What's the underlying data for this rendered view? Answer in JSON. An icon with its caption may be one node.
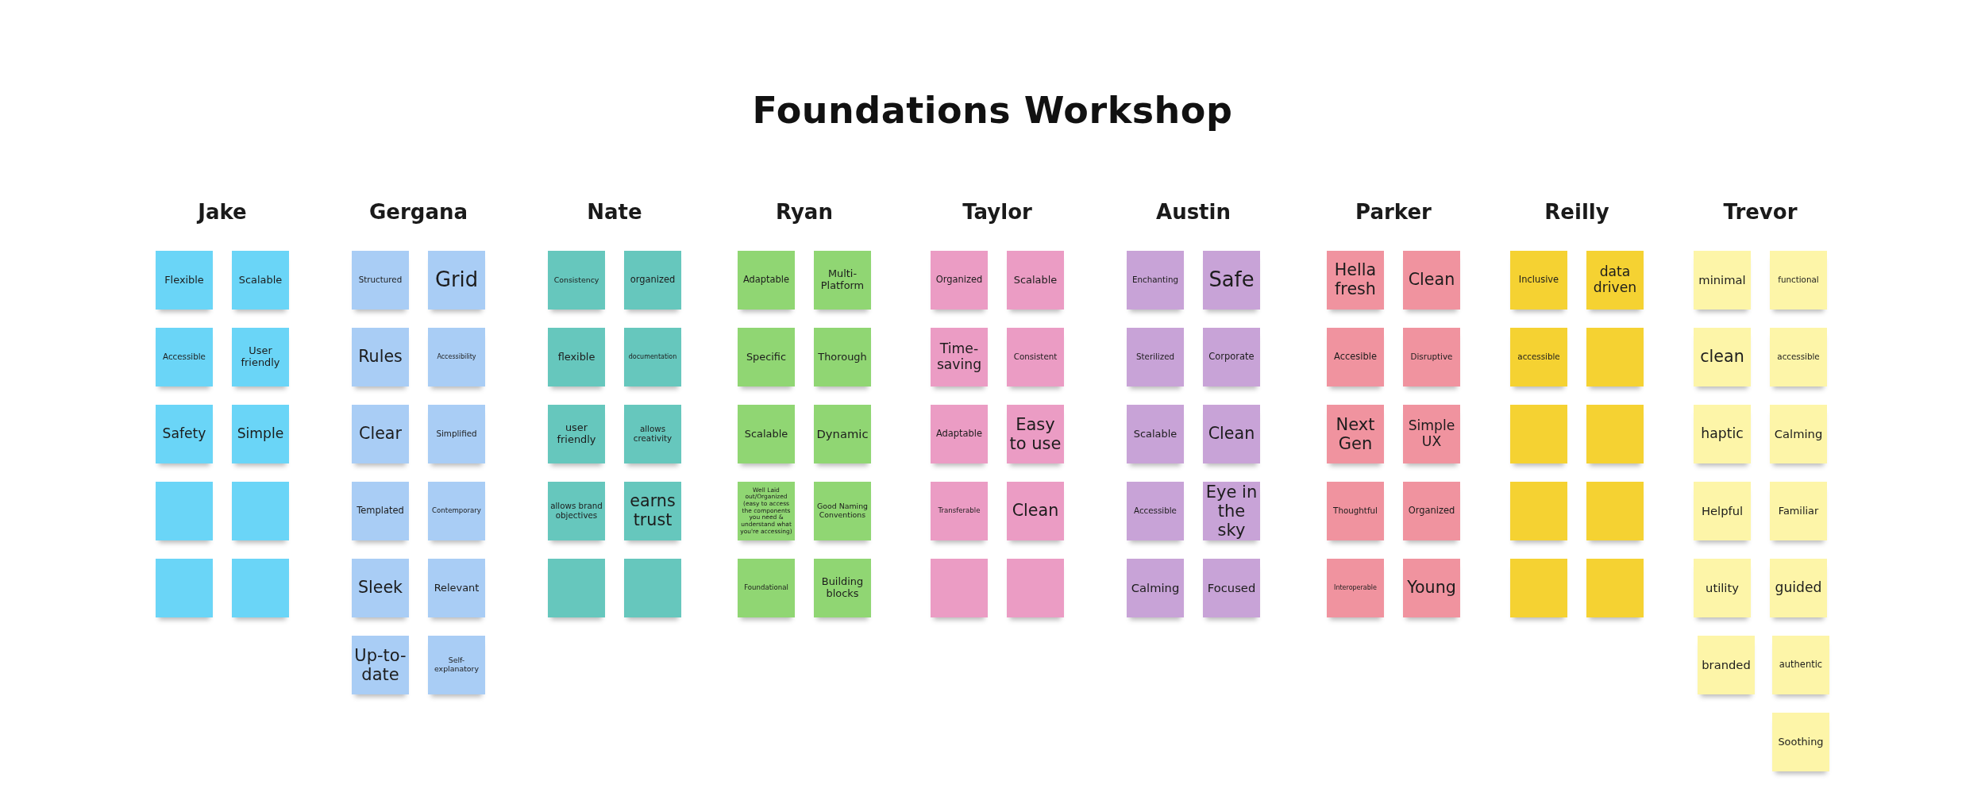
{
  "diagram": {
    "title": "Foundations Workshop",
    "nodes": [
      {
        "text": [
          "Flexible"
        ]
      },
      {
        "text": [
          "Scalable"
        ]
      },
      {
        "text": [
          "Accessible"
        ]
      },
      {
        "text": [
          "User friendly"
        ]
      },
      {
        "text": [
          "Safety"
        ]
      },
      {
        "text": [
          "Simple"
        ]
      },
      {
        "text": [],
        "shape": "box"
      },
      {
        "text": [],
        "shape": "box"
      },
      {
        "text": [],
        "shape": "box"
      },
      {
        "text": [],
        "shape": "box"
      },
      {
        "text": [
          "Structured"
        ]
      },
      {
        "text": [
          "Grid"
        ]
      },
      {
        "text": [
          "Rules"
        ]
      },
      {
        "text": [
          "Accessibility"
        ]
      },
      {
        "text": [
          "Clear"
        ]
      },
      {
        "text": [
          "Simplified"
        ]
      },
      {
        "text": [
          "Templated"
        ]
      },
      {
        "text": [
          "Contemporary"
        ]
      },
      {
        "text": [
          "Sleek"
        ]
      },
      {
        "text": [
          "Relevant"
        ]
      },
      {
        "text": [
          "Up-to-date"
        ]
      },
      {
        "text": [
          "Self-explanatory"
        ]
      },
      {
        "text": [
          "Consistency"
        ]
      },
      {
        "text": [
          "organized"
        ]
      },
      {
        "text": [
          "flexible"
        ]
      },
      {
        "text": [
          "documentation"
        ]
      },
      {
        "text": [
          "user friendly"
        ]
      },
      {
        "text": [
          "allows creativity"
        ]
      },
      {
        "text": [
          "allows brand objectives"
        ]
      },
      {
        "text": [
          "earns trust"
        ]
      },
      {
        "text": [],
        "shape": "box"
      },
      {
        "text": [],
        "shape": "box"
      },
      {
        "text": [
          "Adaptable"
        ]
      },
      {
        "text": [
          "Multi-Platform"
        ]
      },
      {
        "text": [
          "Specific"
        ]
      },
      {
        "text": [
          "Thorough"
        ]
      },
      {
        "text": [
          "Scalable"
        ]
      },
      {
        "text": [
          "Dynamic"
        ]
      },
      {
        "text": [
          "Well Laid out/Organized (easy to access the components you need & understand what you're accessing)"
        ]
      },
      {
        "text": [
          "Good Naming Conventions"
        ]
      },
      {
        "text": [
          "Foundational"
        ]
      },
      {
        "text": [
          "Building blocks"
        ]
      },
      {
        "text": [
          "Organized"
        ]
      },
      {
        "text": [
          "Scalable"
        ]
      },
      {
        "text": [
          "Time-saving"
        ]
      },
      {
        "text": [
          "Consistent"
        ]
      },
      {
        "text": [
          "Adaptable"
        ]
      },
      {
        "text": [
          "Easy to use"
        ]
      },
      {
        "text": [
          "Transferable"
        ]
      },
      {
        "text": [
          "Clean"
        ]
      },
      {
        "text": [],
        "shape": "box"
      },
      {
        "text": [],
        "shape": "box"
      },
      {
        "text": [
          "Enchanting"
        ]
      },
      {
        "text": [
          "Safe"
        ]
      },
      {
        "text": [
          "Sterilized"
        ]
      },
      {
        "text": [
          "Corporate"
        ]
      },
      {
        "text": [
          "Scalable"
        ]
      },
      {
        "text": [
          "Clean"
        ]
      },
      {
        "text": [
          "Accessible"
        ]
      },
      {
        "text": [
          "Eye in the sky"
        ]
      },
      {
        "text": [
          "Calming"
        ]
      },
      {
        "text": [
          "Focused"
        ]
      },
      {
        "text": [
          "Hella fresh"
        ]
      },
      {
        "text": [
          "Clean"
        ]
      },
      {
        "text": [
          "Accesible"
        ]
      },
      {
        "text": [
          "Disruptive"
        ]
      },
      {
        "text": [
          "Next Gen"
        ]
      },
      {
        "text": [
          "Simple UX"
        ]
      },
      {
        "text": [
          "Thoughtful"
        ]
      },
      {
        "text": [
          "Organized"
        ]
      },
      {
        "text": [
          "Interoperable"
        ]
      },
      {
        "text": [
          "Young"
        ]
      },
      {
        "text": [
          "Inclusive"
        ]
      },
      {
        "text": [
          "data driven"
        ]
      },
      {
        "text": [
          "accessible"
        ]
      },
      {
        "text": [],
        "shape": "box"
      },
      {
        "text": [],
        "shape": "box"
      },
      {
        "text": [],
        "shape": "box"
      },
      {
        "text": [],
        "shape": "box"
      },
      {
        "text": [],
        "shape": "box"
      },
      {
        "text": [],
        "shape": "box"
      },
      {
        "text": [],
        "shape": "box"
      },
      {
        "text": [
          "minimal"
        ]
      },
      {
        "text": [
          "functional"
        ]
      },
      {
        "text": [
          "clean"
        ]
      },
      {
        "text": [
          "accessible"
        ]
      },
      {
        "text": [
          "haptic"
        ]
      },
      {
        "text": [
          "Calming"
        ]
      },
      {
        "text": [
          "Helpful"
        ]
      },
      {
        "text": [
          "Familiar"
        ]
      },
      {
        "text": [
          "utility"
        ]
      },
      {
        "text": [
          "guided"
        ]
      },
      {
        "text": [
          "branded"
        ]
      },
      {
        "text": [
          "authentic"
        ]
      },
      {
        "text": [
          "Soothing"
        ]
      }
    ],
    "labels": [
      "Jake",
      "Gergana",
      "Nate",
      "Ryan",
      "Taylor",
      "Austin",
      "Parker",
      "Reilly",
      "Trevor"
    ]
  }
}
